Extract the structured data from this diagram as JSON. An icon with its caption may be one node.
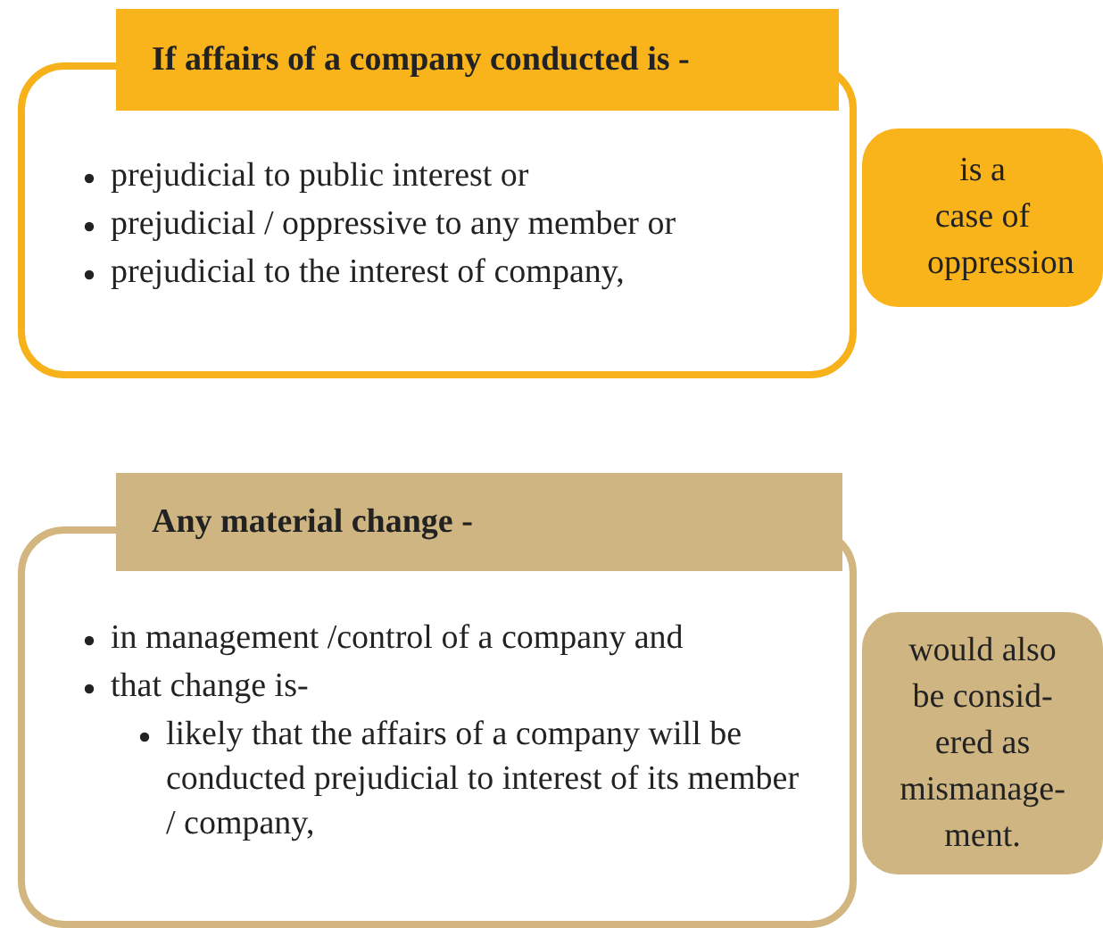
{
  "diagram": {
    "nodes": [
      {
        "text": [
          "If affairs of a company conducted is -",
          "prejudicial to public interest or",
          "prejudicial / oppressive to any member or",
          "prejudicial to the interest of company,"
        ]
      },
      {
        "text": [
          "is a case of oppression"
        ]
      },
      {
        "text": [
          "Any material change -",
          "in management /control of a company and",
          "that change is-",
          "likely that the affairs of a company will be conducted prejudicial to interest of its member / company,"
        ]
      },
      {
        "text": [
          "would also be consid- ered as mismanage- ment."
        ]
      }
    ],
    "edges": []
  }
}
